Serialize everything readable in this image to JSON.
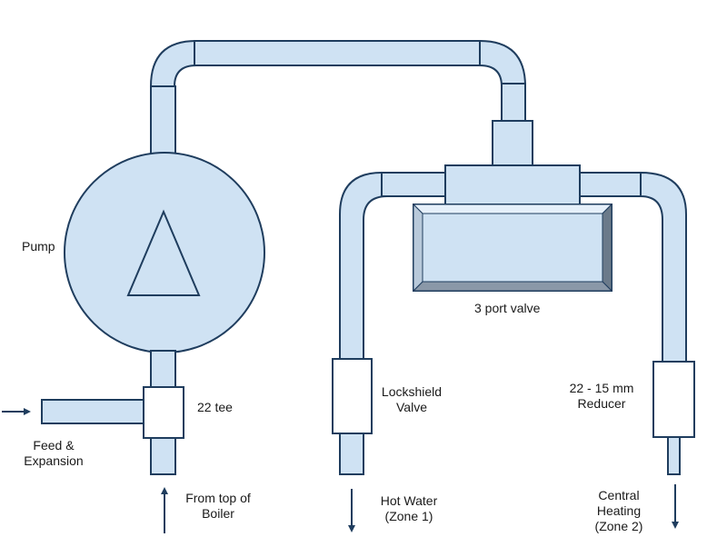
{
  "colors": {
    "pipe_fill": "#cfe2f3",
    "pipe_stroke": "#1f3d5e",
    "fitting_fill": "#ffffff",
    "valve_bevel": "#8a98a8",
    "text": "#1a1a1a"
  },
  "labels": {
    "pump": "Pump",
    "tee": "22 tee",
    "feed_line1": "Feed &",
    "feed_line2": "Expansion",
    "boiler_line1": "From top of",
    "boiler_line2": "Boiler",
    "three_port_valve": "3 port valve",
    "lockshield_line1": "Lockshield",
    "lockshield_line2": "Valve",
    "hot_water_line1": "Hot Water",
    "hot_water_line2": "(Zone 1)",
    "reducer_line1": "22 - 15 mm",
    "reducer_line2": "Reducer",
    "central_line1": "Central",
    "central_line2": "Heating",
    "central_line3": "(Zone 2)"
  },
  "icons": {
    "pump_symbol": "triangle-icon",
    "flow_direction": "arrow-icon"
  }
}
